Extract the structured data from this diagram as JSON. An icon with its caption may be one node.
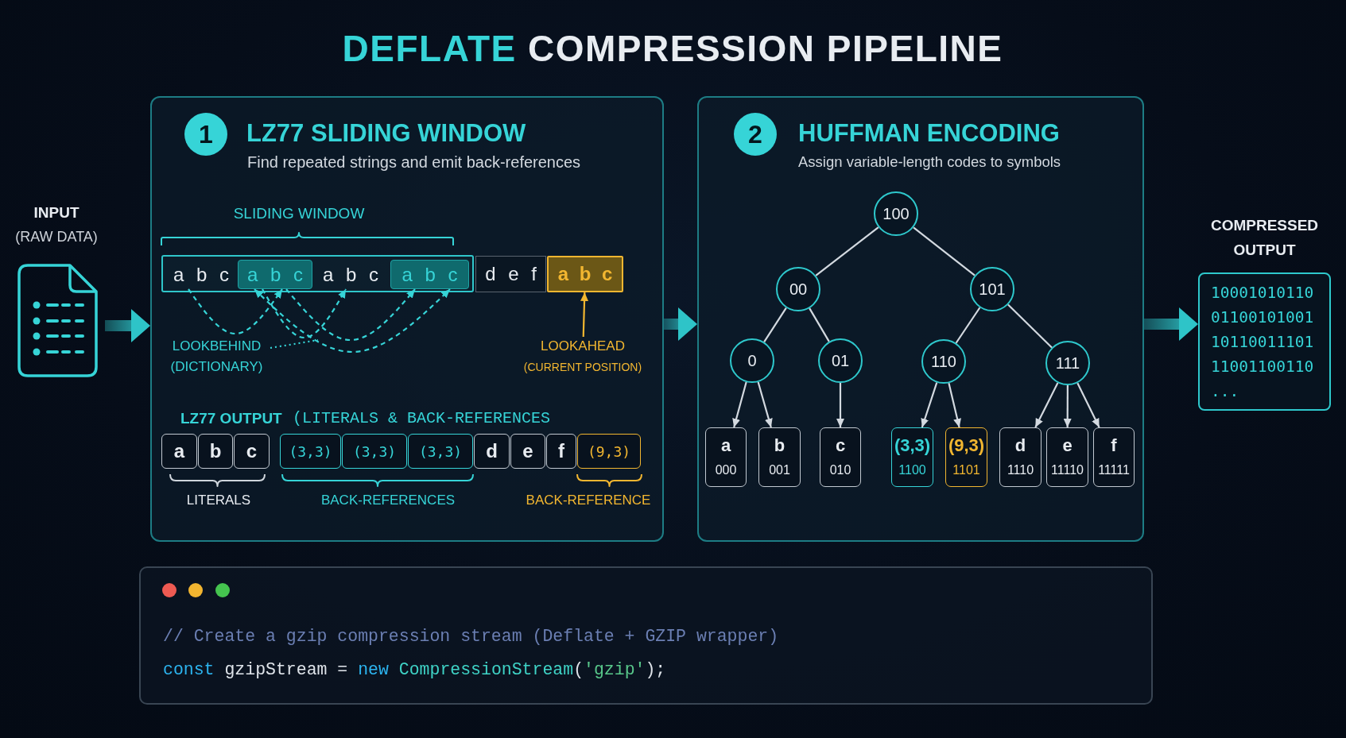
{
  "diagram": {
    "title": "DEFLATE COMPRESSION PIPELINE",
    "nodes": [
      {
        "text": [
          "INPUT",
          "(RAW DATA)"
        ]
      },
      {
        "text": [
          "LZ77 SLIDING WINDOW",
          "Find repeated strings and emit back-references"
        ]
      },
      {
        "text": [
          "1"
        ],
        "in": 1
      },
      {
        "text": [],
        "shape": "box",
        "in": 1
      },
      {
        "text": [
          "a b c"
        ],
        "in": 3
      },
      {
        "text": [
          "a b c"
        ],
        "in": 3
      },
      {
        "text": [
          "a b c"
        ],
        "in": 3
      },
      {
        "text": [
          "a b c"
        ],
        "in": 3
      },
      {
        "text": [
          "d e f"
        ],
        "in": 1
      },
      {
        "text": [
          "a b c"
        ],
        "in": 1
      },
      {
        "text": [
          "LOOKBEHIND",
          "(DICTIONARY)"
        ],
        "in": 1
      },
      {
        "text": [
          "LOOKAHEAD",
          "(CURRENT POSITION)"
        ],
        "in": 1
      },
      {
        "text": [
          "a"
        ],
        "in": 1
      },
      {
        "text": [
          "b"
        ],
        "in": 1
      },
      {
        "text": [
          "c"
        ],
        "in": 1
      },
      {
        "text": [
          "(3,3)"
        ],
        "in": 1
      },
      {
        "text": [
          "(3,3)"
        ],
        "in": 1
      },
      {
        "text": [
          "(3,3)"
        ],
        "in": 1
      },
      {
        "text": [
          "d"
        ],
        "in": 1
      },
      {
        "text": [
          "e"
        ],
        "in": 1
      },
      {
        "text": [
          "f"
        ],
        "in": 1
      },
      {
        "text": [
          "(9,3)"
        ],
        "in": 1
      },
      {
        "text": [
          "HUFFMAN ENCODING",
          "Assign variable-length codes to symbols"
        ]
      },
      {
        "text": [
          "2"
        ],
        "in": 22
      },
      {
        "text": [
          "100"
        ],
        "in": 22
      },
      {
        "text": [
          "00"
        ],
        "in": 22
      },
      {
        "text": [
          "101"
        ],
        "in": 22
      },
      {
        "text": [
          "0"
        ],
        "in": 22
      },
      {
        "text": [
          "01"
        ],
        "in": 22
      },
      {
        "text": [
          "110"
        ],
        "in": 22
      },
      {
        "text": [
          "111"
        ],
        "in": 22
      },
      {
        "text": [
          "a",
          "000"
        ],
        "in": 22
      },
      {
        "text": [
          "b",
          "001"
        ],
        "in": 22
      },
      {
        "text": [
          "c",
          "010"
        ],
        "in": 22
      },
      {
        "text": [
          "(3,3)",
          "1100"
        ],
        "in": 22
      },
      {
        "text": [
          "(9,3)",
          "1101"
        ],
        "in": 22
      },
      {
        "text": [
          "d",
          "1110"
        ],
        "in": 22
      },
      {
        "text": [
          "e",
          "11110"
        ],
        "in": 22
      },
      {
        "text": [
          "f",
          "11111"
        ],
        "in": 22
      },
      {
        "text": [
          "COMPRESSED OUTPUT",
          "10001010110 01100101001 10110011101 11001100110 ..."
        ]
      },
      {
        "text": [
          "// Create a gzip compression stream (Deflate + GZIP wrapper)",
          "const gzipStream = new CompressionStream('gzip');"
        ]
      }
    ],
    "edges": [
      {
        "from": 0,
        "to": 1,
        "arrow": "to",
        "style": "thick",
        "color": "#2ec4c8"
      },
      {
        "from": 1,
        "to": 22,
        "arrow": "to",
        "style": "thick",
        "color": "#2ec4c8"
      },
      {
        "from": 22,
        "to": 39,
        "arrow": "to",
        "style": "thick",
        "color": "#2ec4c8"
      },
      {
        "from": 4,
        "to": 5,
        "arrow": "to",
        "style": "dashed",
        "color": "#36d4d7"
      },
      {
        "from": 5,
        "to": 6,
        "arrow": "to",
        "style": "dashed",
        "color": "#36d4d7"
      },
      {
        "from": 5,
        "to": 7,
        "arrow": "to",
        "style": "dashed",
        "color": "#36d4d7"
      },
      {
        "from": 5,
        "to": 7,
        "arrow": "both",
        "style": "dashed",
        "color": "#36d4d7"
      },
      {
        "from": 10,
        "to": null,
        "arrow": "none",
        "style": "dashed",
        "color": "#36d4d7"
      },
      {
        "from": 11,
        "to": 9,
        "arrow": "to",
        "color": "#f2b630"
      },
      {
        "from": 24,
        "to": 25,
        "arrow": "none"
      },
      {
        "from": 24,
        "to": 26,
        "arrow": "none"
      },
      {
        "from": 25,
        "to": 27,
        "arrow": "none"
      },
      {
        "from": 25,
        "to": 28,
        "arrow": "none"
      },
      {
        "from": 26,
        "to": 29,
        "arrow": "none"
      },
      {
        "from": 26,
        "to": 30,
        "arrow": "none"
      },
      {
        "from": 27,
        "to": 31,
        "arrow": "to"
      },
      {
        "from": 27,
        "to": 32,
        "arrow": "to"
      },
      {
        "from": 28,
        "to": 33,
        "arrow": "to"
      },
      {
        "from": 29,
        "to": 34,
        "arrow": "to"
      },
      {
        "from": 29,
        "to": 35,
        "arrow": "to"
      },
      {
        "from": 30,
        "to": 36,
        "arrow": "to"
      },
      {
        "from": 30,
        "to": 37,
        "arrow": "to"
      },
      {
        "from": 30,
        "to": 38,
        "arrow": "to"
      }
    ],
    "labels": [
      "SLIDING WINDOW",
      "LZ77 OUTPUT",
      "(LITERALS & BACK-REFERENCES",
      "LITERALS",
      "BACK-REFERENCES",
      "BACK-REFERENCE"
    ]
  }
}
